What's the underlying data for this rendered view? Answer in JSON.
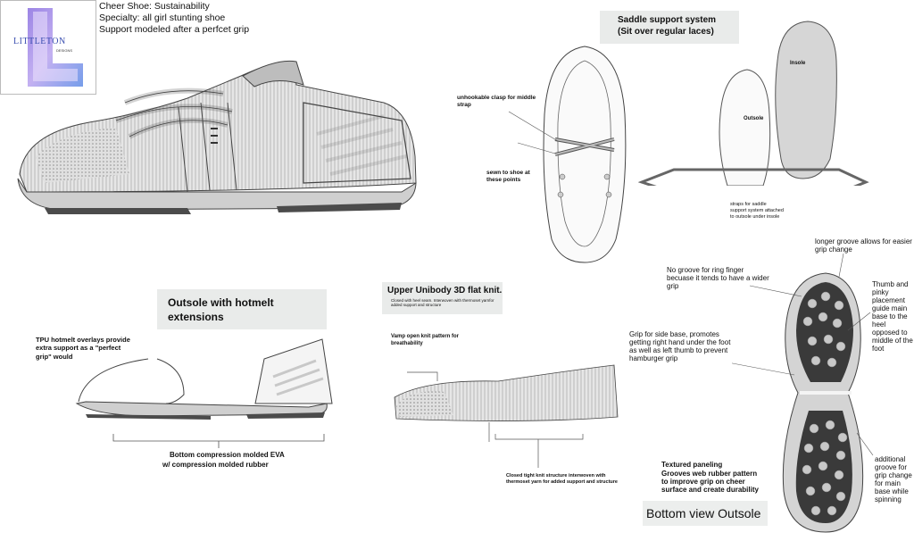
{
  "header": {
    "line1": "Cheer Shoe: Sustainability",
    "line2": "Specialty: all girl stunting shoe",
    "line3": "Support modeled after a perfcet grip"
  },
  "logo": {
    "brand": "LITTLETON",
    "sub": "DESIGNS"
  },
  "saddle": {
    "title_line1": "Saddle support system",
    "title_line2": "(Sit over regular laces)",
    "clasp_label": "unhookable clasp for middle strap",
    "sewn_label": "sewn to shoe at these points",
    "insole_label": "Insole",
    "outsole_label": "Outsole",
    "straps_label": "straps for saddle support system attached to outsole under insole"
  },
  "outsole_panel": {
    "title_line1": "Outsole  with hotmelt",
    "title_line2": "extensions",
    "tpu_label": "TPU hotmelt overlays provide extra support as a \"perfect grip\" would",
    "bottom_label_line1": "Bottom compression molded EVA",
    "bottom_label_line2": "w/ compression molded rubber"
  },
  "upper_panel": {
    "title": "Upper Unibody 3D flat knit.",
    "subtitle": "Closed with heel seam. Interwoven with thermoset yarnfor added support and structure",
    "vamp_label": "Vamp open knit pattern for breathability",
    "closed_label": "Closed tight knit structure interwoven with thermoset yarn for added support and structure"
  },
  "bottom_view": {
    "title": "Bottom view Outsole",
    "longer_groove": "longer groove allows for easier grip change",
    "no_groove": "No groove for ring finger becuase it tends to have a wider grip",
    "thumb": "Thumb and pinky placement guide main base to the heel opposed to middle of the foot",
    "side_base": "Grip for side base, promotes getting right hand under the foot as well as left thumb to prevent hamburger grip",
    "additional": "additional groove for grip change for main base while spinning",
    "textured_title": "Textured paneling",
    "textured_body": "Grooves web rubber pattern to improve grip on cheer surface and create durability"
  },
  "colors": {
    "panel_bg": "#e9ebea",
    "shoe_stroke": "#444444",
    "shoe_fill": "#d9d9d9",
    "sole_dark": "#3a3a3a",
    "logo_purple": "#7a5fd0",
    "logo_blue": "#4a7bd8"
  }
}
